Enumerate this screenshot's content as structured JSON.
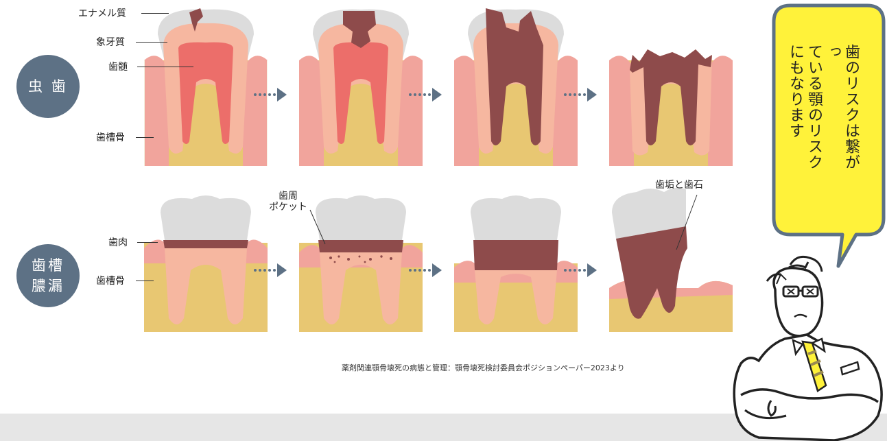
{
  "rows": [
    {
      "badge": "虫 歯"
    },
    {
      "badge": "歯槽\n膿漏"
    }
  ],
  "labels": {
    "enamel": "エナメル質",
    "dentin": "象牙質",
    "pulp": "歯髄",
    "alveolar_bone_top": "歯槽骨",
    "gum": "歯肉",
    "alveolar_bone_bottom": "歯槽骨",
    "periodontal_pocket": "歯周\nポケット",
    "plaque_tartar": "歯垢と歯石"
  },
  "citation": "薬剤関連顎骨壊死の病態と管理：顎骨壊死検討委員会ポジションペーパー2023より",
  "speech_bubble": "歯のリスクは繋がっ\nている顎のリスク\nにもなります",
  "colors": {
    "badge": "#5d7185",
    "arrow": "#5d7185",
    "bone": "#e8c772",
    "gum": "#f1a49c",
    "enamel": "#dcdcdc",
    "dentin": "#f6b7a0",
    "pulp": "#ec6e6a",
    "decay": "#8e4b4b",
    "bubble": "#fff23a"
  }
}
